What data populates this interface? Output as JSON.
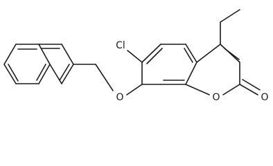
{
  "atoms": {
    "chlorine": "Cl",
    "ether_oxygen": "O",
    "ring_oxygen": "O",
    "carbonyl_oxygen": "O"
  },
  "colors": {
    "bond": "#1a1a1a",
    "background": "#ffffff"
  }
}
